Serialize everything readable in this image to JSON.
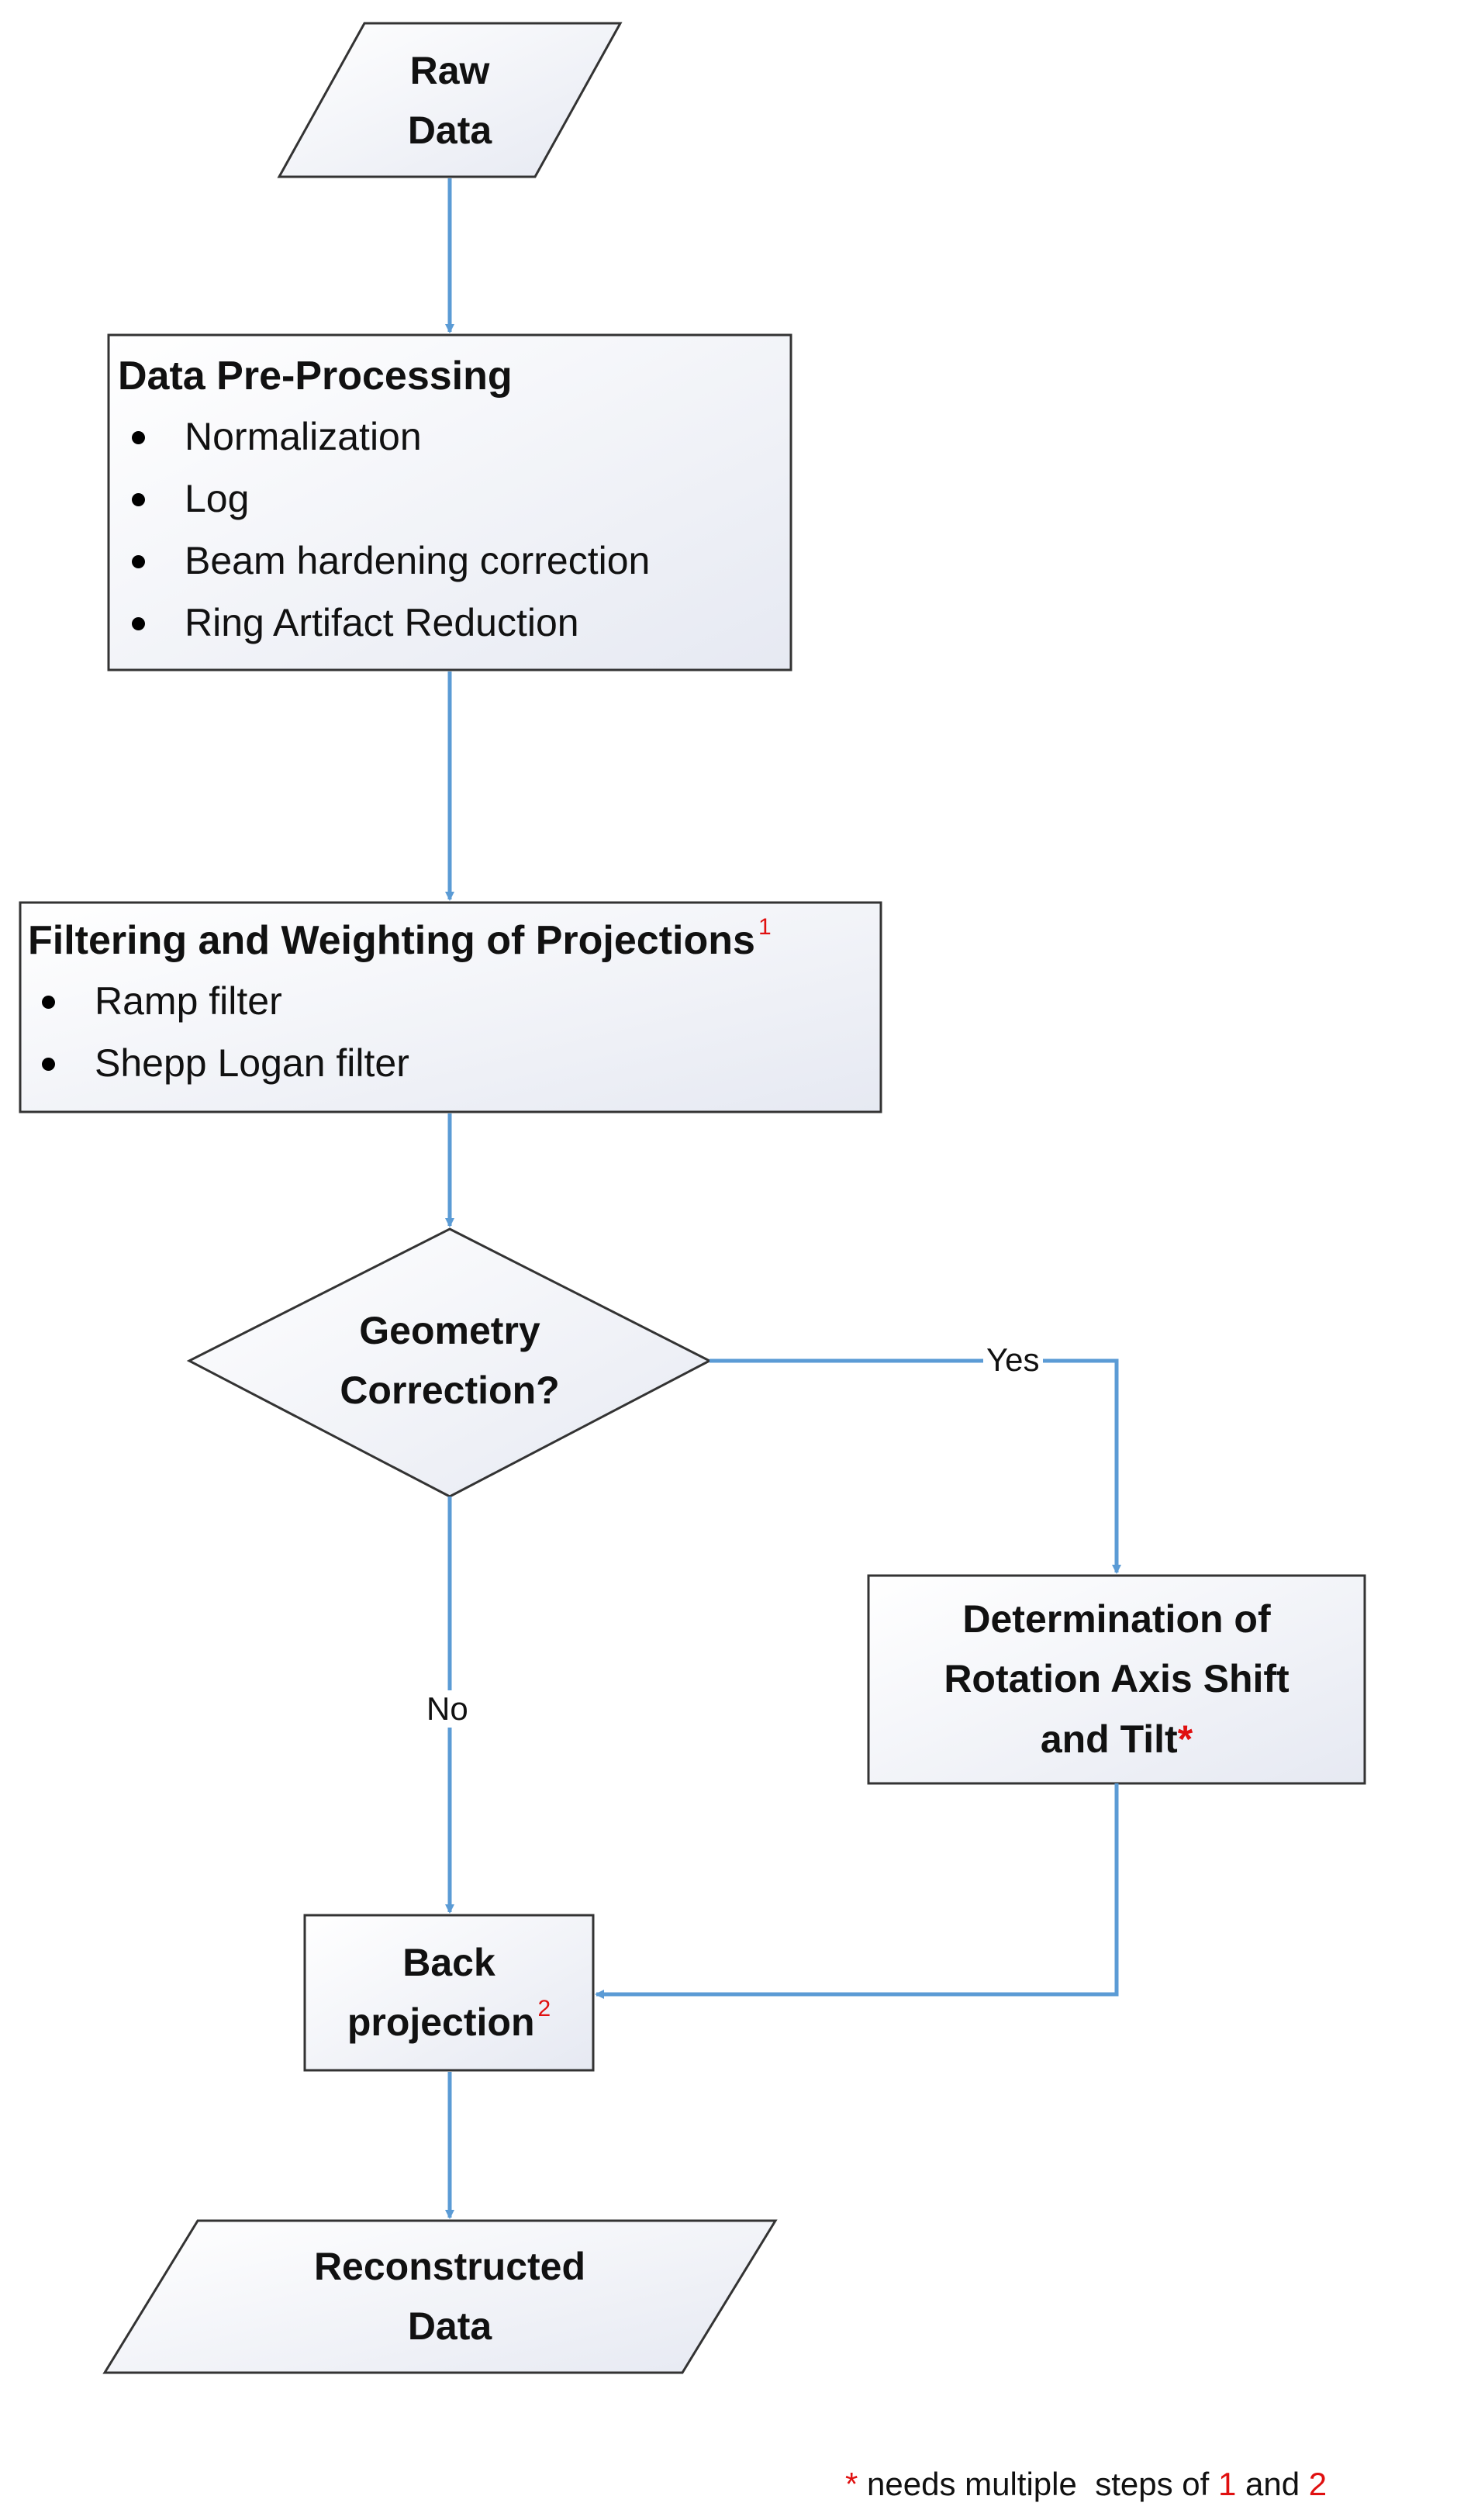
{
  "nodes": {
    "raw_data": {
      "line1": "Raw",
      "line2": "Data"
    },
    "preprocessing": {
      "title": "Data Pre-Processing",
      "items": [
        "Normalization",
        "Log",
        "Beam hardening correction",
        "Ring Artifact Reduction"
      ]
    },
    "filtering": {
      "title": "Filtering and Weighting of Projections",
      "marker": "1",
      "items": [
        "Ramp filter",
        "Shepp Logan filter"
      ]
    },
    "geometry_decision": {
      "line1": "Geometry",
      "line2": "Correction?"
    },
    "determination": {
      "line1": "Determination of",
      "line2": "Rotation Axis Shift",
      "line3": "and Tilt",
      "marker": "*"
    },
    "back_projection": {
      "line1": "Back",
      "line2": "projection",
      "marker": "2"
    },
    "reconstructed": {
      "line1": "Reconstructed",
      "line2": "Data"
    }
  },
  "edges": {
    "yes_label": "Yes",
    "no_label": "No"
  },
  "footnote": {
    "asterisk": "*",
    "text_before": " needs multiple  steps of ",
    "n1": "1",
    "and": " and ",
    "n2": "2"
  },
  "colors": {
    "arrow": "#5b9bd5",
    "shape_stroke": "#333333",
    "shape_fill": "#eef0f6",
    "accent_red": "#e01010"
  }
}
